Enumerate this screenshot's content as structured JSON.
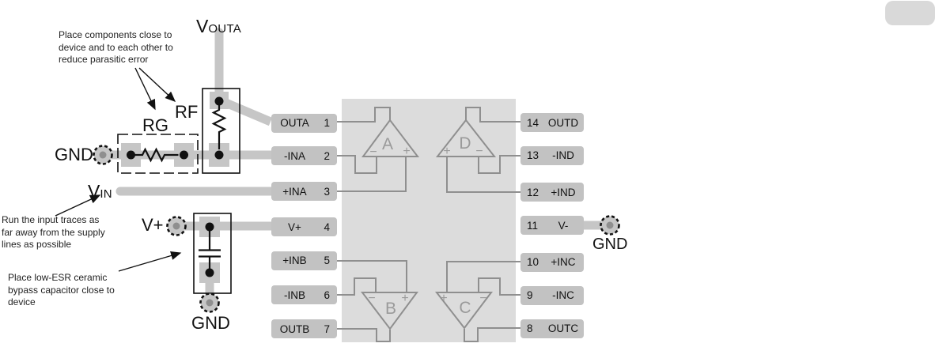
{
  "figure": {
    "description": "Quad op-amp PCB layout example diagram"
  },
  "annotations": {
    "components_close": "Place components close to\ndevice and to each other to\nreduce parasitic error",
    "input_traces": "Run the input traces as\nfar away from the supply\nlines as possible",
    "bypass_cap": "Place low-ESR ceramic\nbypass capacitor close to\ndevice"
  },
  "labels": {
    "vouta_main": "V",
    "vouta_sub": "OUTA",
    "vin_main": "V",
    "vin_sub": "IN",
    "vplus": "V+",
    "rg": "RG",
    "rf": "RF",
    "gnd_left": "GND",
    "gnd_bottom": "GND",
    "gnd_right": "GND"
  },
  "opamps": {
    "a": {
      "letter": "A",
      "left_sign": "−",
      "right_sign": "+"
    },
    "d": {
      "letter": "D",
      "left_sign": "+",
      "right_sign": "−"
    },
    "b": {
      "letter": "B",
      "left_sign": "−",
      "right_sign": "+"
    },
    "c": {
      "letter": "C",
      "left_sign": "+",
      "right_sign": "−"
    }
  },
  "pins": {
    "left": [
      {
        "name": "OUTA",
        "number": "1"
      },
      {
        "name": "-INA",
        "number": "2"
      },
      {
        "name": "+INA",
        "number": "3"
      },
      {
        "name": "V+",
        "number": "4"
      },
      {
        "name": "+INB",
        "number": "5"
      },
      {
        "name": "-INB",
        "number": "6"
      },
      {
        "name": "OUTB",
        "number": "7"
      }
    ],
    "right": [
      {
        "number": "14",
        "name": "OUTD"
      },
      {
        "number": "13",
        "name": "-IND"
      },
      {
        "number": "12",
        "name": "+IND"
      },
      {
        "number": "11",
        "name": "V-"
      },
      {
        "number": "10",
        "name": "+INC"
      },
      {
        "number": "9",
        "name": "-INC"
      },
      {
        "number": "8",
        "name": "OUTC"
      }
    ]
  },
  "colors": {
    "trace": "#c6c6c6",
    "ic_body": "#dcdcdc",
    "pin_box": "#c2c2c2",
    "outline_gray": "#8f8f8f",
    "ink": "#111111",
    "pill": "#d9d9d9"
  }
}
